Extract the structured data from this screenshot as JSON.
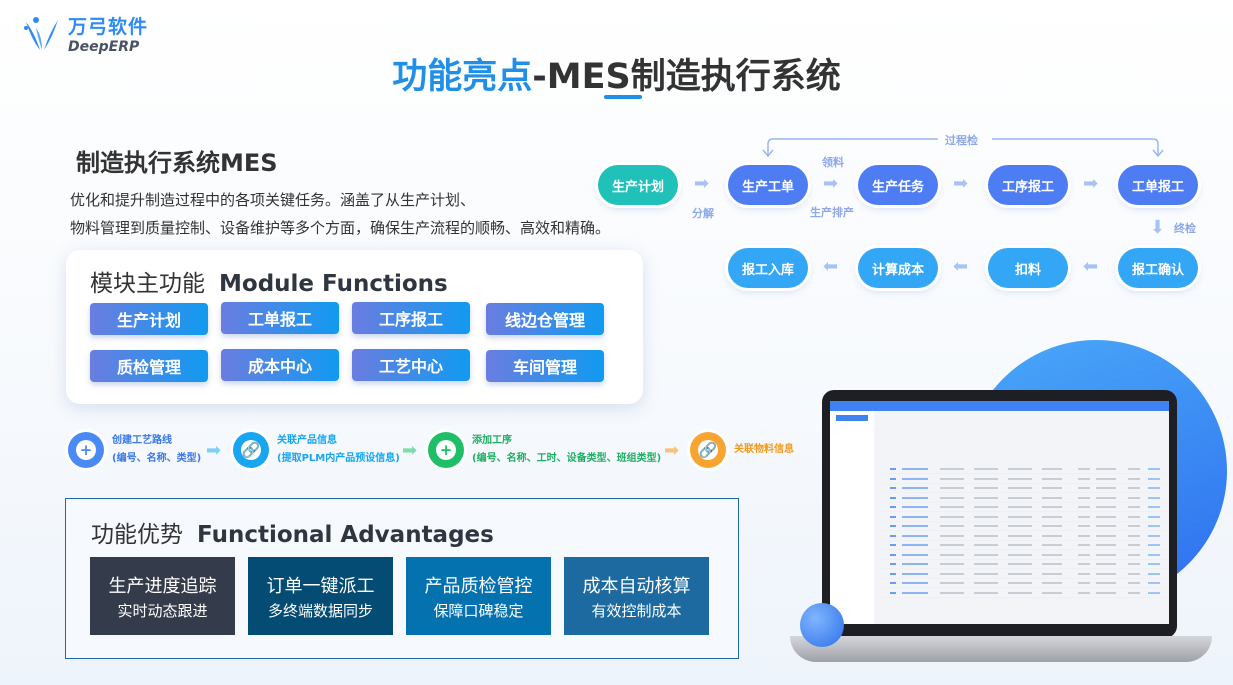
{
  "logo": {
    "cn": "万弓软件",
    "en": "DeepERP"
  },
  "title": {
    "highlight": "功能亮点",
    "rest": "-MES制造执行系统"
  },
  "intro": {
    "heading": "制造执行系统MES",
    "lines": [
      "优化和提升制造过程中的各项关键任务。涵盖了从生产计划、",
      "物料管理到质量控制、设备维护等多个方面，确保生产流程的顺畅、高效和精确。"
    ]
  },
  "modules": {
    "title_cn": "模块主功能",
    "title_en": "Module Functions",
    "items": [
      "生产计划",
      "工单报工",
      "工序报工",
      "线边仓管理",
      "质检管理",
      "成本中心",
      "工艺中心",
      "车间管理"
    ]
  },
  "flow": {
    "row1": [
      "生产计划",
      "生产工单",
      "生产任务",
      "工序报工",
      "工单报工"
    ],
    "row2": [
      "报工入库",
      "计算成本",
      "扣料",
      "报工确认"
    ],
    "labels": {
      "process_check": "过程检",
      "pick": "领料",
      "split": "分解",
      "schedule": "生产排产",
      "final_check": "终检"
    }
  },
  "steps": [
    {
      "title": "创建工艺路线",
      "sub": "(编号、名称、类型)",
      "color": "#4a8af4"
    },
    {
      "title": "关联产品信息",
      "sub": "(提取PLM内产品预设信息)",
      "color": "#18a6f0"
    },
    {
      "title": "添加工序",
      "sub": "(编号、名称、工时、设备类型、班组类型)",
      "color": "#1fbf6a"
    },
    {
      "title": "关联物料信息",
      "sub": "",
      "color": "#f7a530"
    }
  ],
  "advantages": {
    "title_cn": "功能优势",
    "title_en": "Functional Advantages",
    "items": [
      {
        "main": "生产进度追踪",
        "sub": "实时动态跟进",
        "color": "#343b4b"
      },
      {
        "main": "订单一键派工",
        "sub": "多终端数据同步",
        "color": "#044c73"
      },
      {
        "main": "产品质检管控",
        "sub": "保障口碑稳定",
        "color": "#0572b0"
      },
      {
        "main": "成本自动核算",
        "sub": "有效控制成本",
        "color": "#1c6aa0"
      }
    ]
  }
}
